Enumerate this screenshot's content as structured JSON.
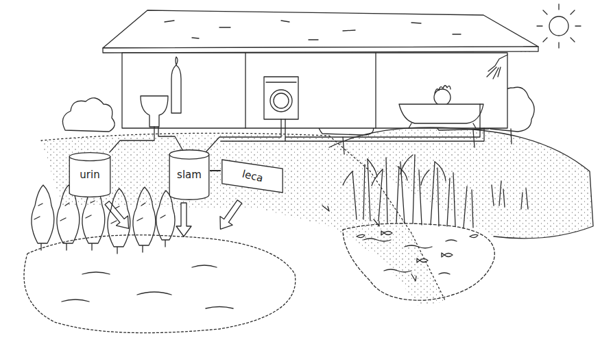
{
  "diagram": {
    "nodes": [
      {
        "text": [
          "urin"
        ]
      },
      {
        "text": [
          "slam"
        ]
      },
      {
        "text": [
          "leca"
        ]
      }
    ],
    "edges": [
      {
        "from": 1,
        "to": 2,
        "arrow": "none"
      }
    ]
  }
}
